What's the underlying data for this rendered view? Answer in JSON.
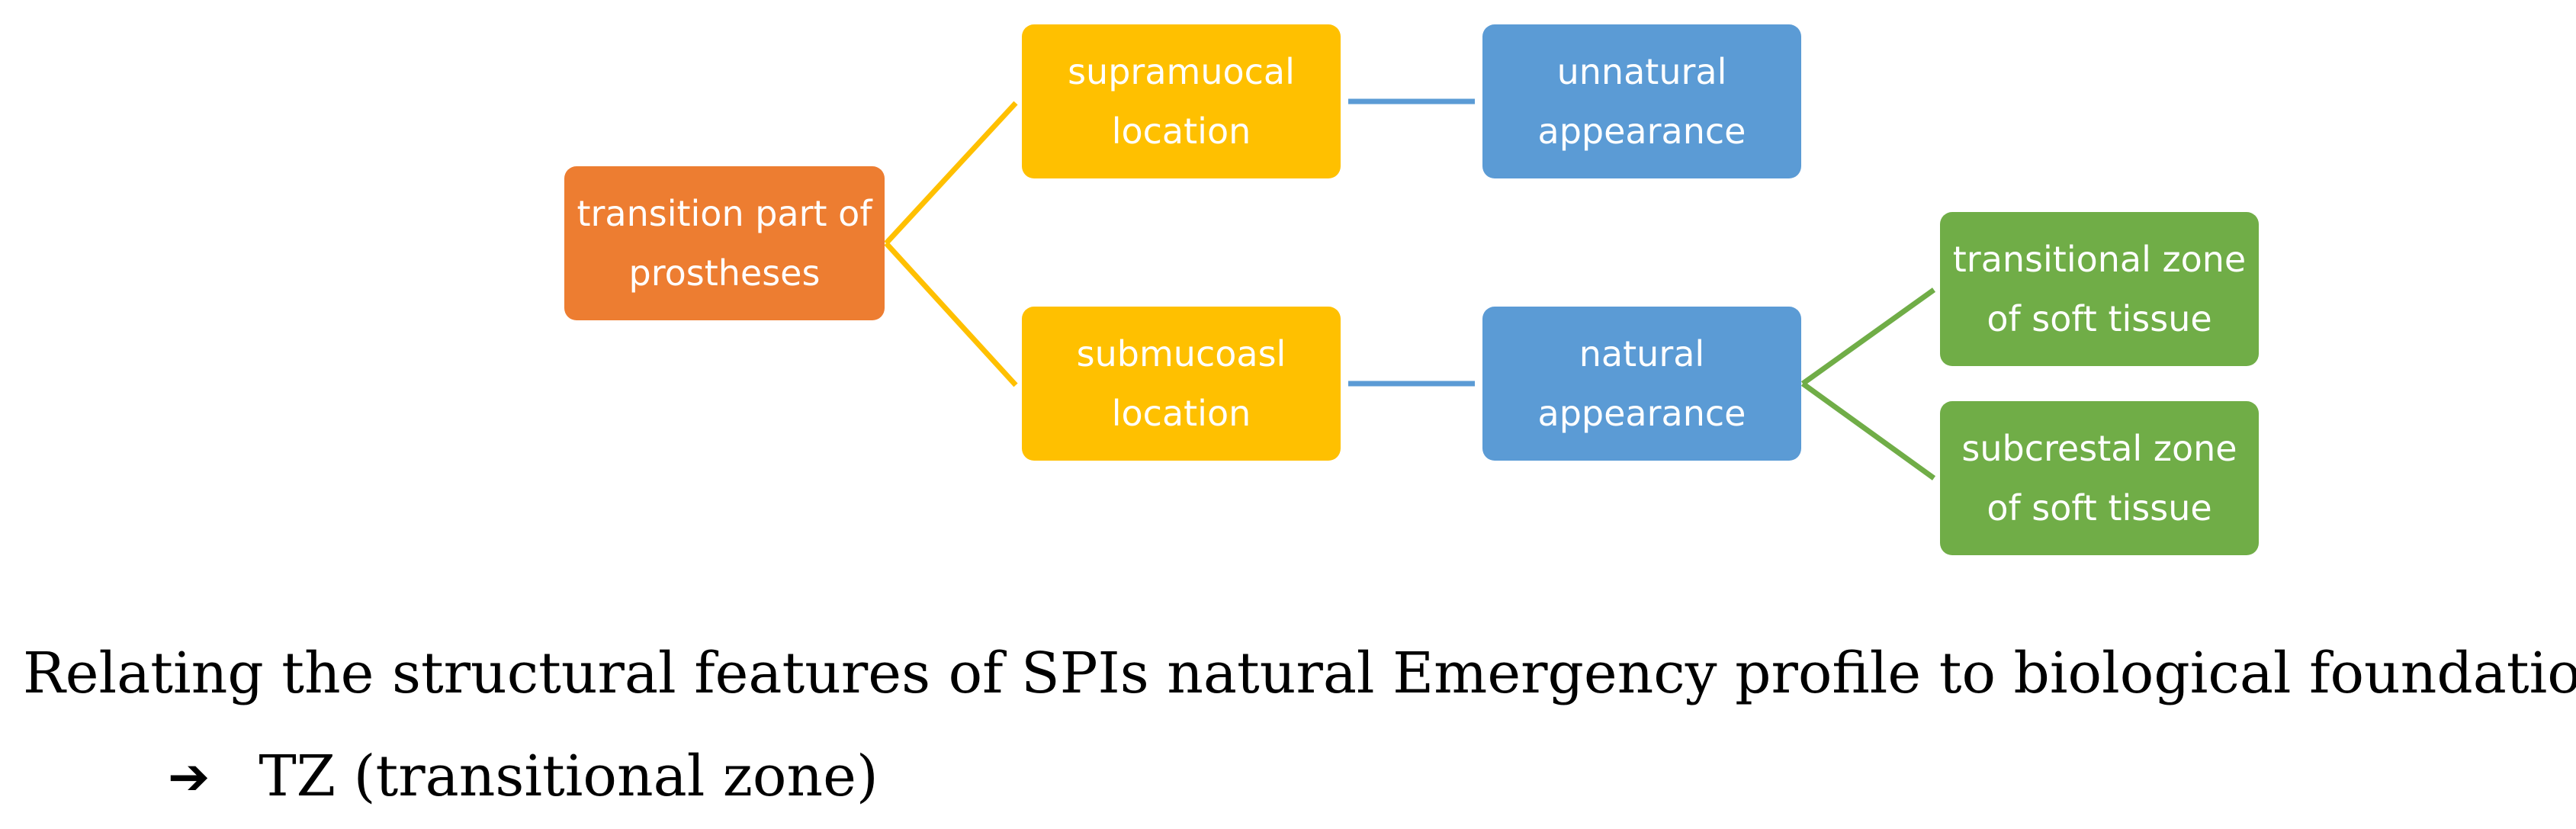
{
  "diagram": {
    "nodes": {
      "root": {
        "line1": "transition part of",
        "line2": "prostheses"
      },
      "supra": {
        "line1": "supramuocal",
        "line2": "location"
      },
      "sub": {
        "line1": "submucoasl",
        "line2": "location"
      },
      "unnat": {
        "line1": "unnatural",
        "line2": "appearance"
      },
      "nat": {
        "line1": "natural",
        "line2": "appearance"
      },
      "trans": {
        "line1": "transitional zone",
        "line2": "of soft tissue"
      },
      "subc": {
        "line1": "subcrestal zone",
        "line2": "of soft tissue"
      }
    },
    "colors": {
      "orange": "#ED7D31",
      "gold": "#FFC000",
      "blue": "#5B9BD5",
      "green": "#70AD47"
    }
  },
  "caption": {
    "text": "Relating the structural features of SPIs natural Emergency profile to biological foundation"
  },
  "conclusion": {
    "arrow": "➔",
    "text": "TZ  (transitional  zone)"
  }
}
